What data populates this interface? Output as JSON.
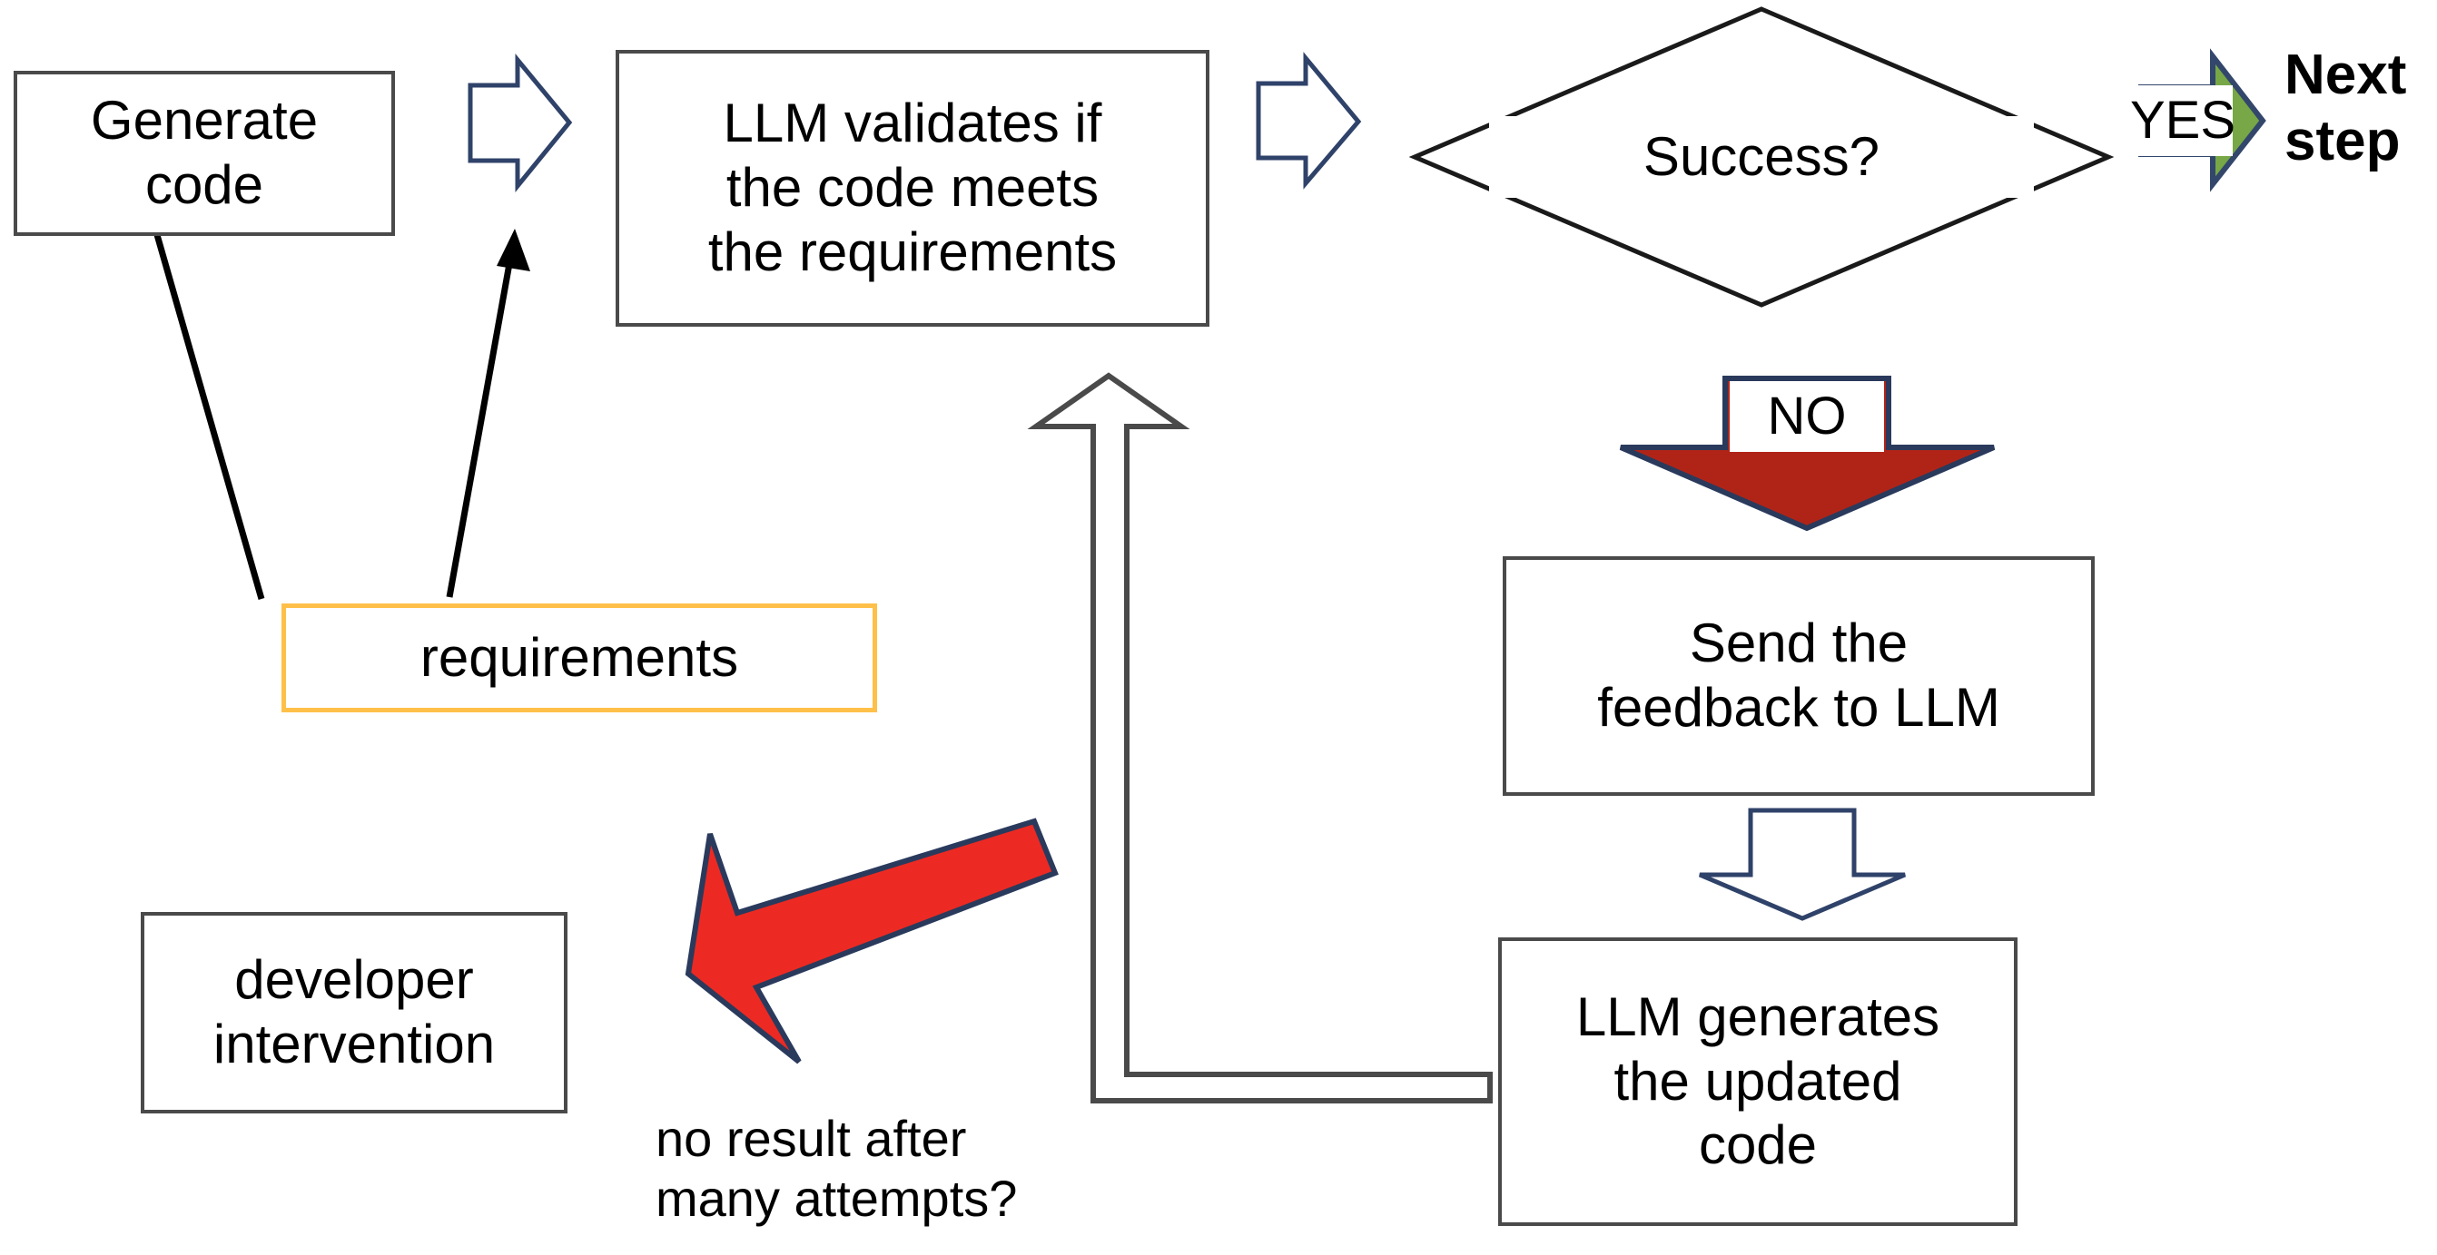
{
  "diagram": {
    "title": "LLM code generation and validation loop",
    "colors": {
      "box_border": "#4a4a4a",
      "requirements_border": "#ffc04a",
      "hollow_arrow_outline": "#2f4269",
      "yes_arrow_fill": "#77a746",
      "no_arrow_fill": "#b02418",
      "red_bent_arrow_fill": "#ec2a23",
      "loop_arrow_outline": "#4a4a4a",
      "text": "#000000",
      "background": "#ffffff"
    },
    "nodes": {
      "generate_code": "Generate\ncode",
      "llm_validates": "LLM validates if\nthe code meets\nthe requirements",
      "success_decision": "Success?",
      "next_step": "Next\nstep",
      "send_feedback": "Send the\nfeedback to LLM",
      "llm_generates_updated": "LLM generates\nthe updated\ncode",
      "requirements": "requirements",
      "developer_intervention": "developer\nintervention"
    },
    "labels": {
      "yes": "YES",
      "no": "NO",
      "no_result": "no result after\nmany attempts?"
    },
    "edges": [
      {
        "from": "generate_code",
        "to": "llm_validates",
        "style": "hollow-block-arrow",
        "direction": "right",
        "label": ""
      },
      {
        "from": "llm_validates",
        "to": "success_decision",
        "style": "hollow-block-arrow",
        "direction": "right",
        "label": ""
      },
      {
        "from": "success_decision",
        "to": "next_step",
        "style": "green-block-arrow",
        "direction": "right",
        "label": "YES"
      },
      {
        "from": "success_decision",
        "to": "send_feedback",
        "style": "red-block-arrow",
        "direction": "down",
        "label": "NO"
      },
      {
        "from": "send_feedback",
        "to": "llm_generates_updated",
        "style": "hollow-block-arrow",
        "direction": "down",
        "label": ""
      },
      {
        "from": "llm_generates_updated",
        "to": "llm_validates",
        "style": "hollow-elbow-arrow",
        "direction": "left-then-up",
        "label": ""
      },
      {
        "from": "requirements",
        "to": "generate_code",
        "style": "thin-line-arrow",
        "direction": "up-left",
        "label": ""
      },
      {
        "from": "requirements",
        "to": "llm_validates",
        "style": "thin-line-arrow",
        "direction": "up-right",
        "label": ""
      },
      {
        "from": "llm_generates_updated",
        "to": "developer_intervention",
        "style": "red-bent-arrow",
        "direction": "down-left",
        "label": "no result after many attempts?"
      }
    ]
  }
}
